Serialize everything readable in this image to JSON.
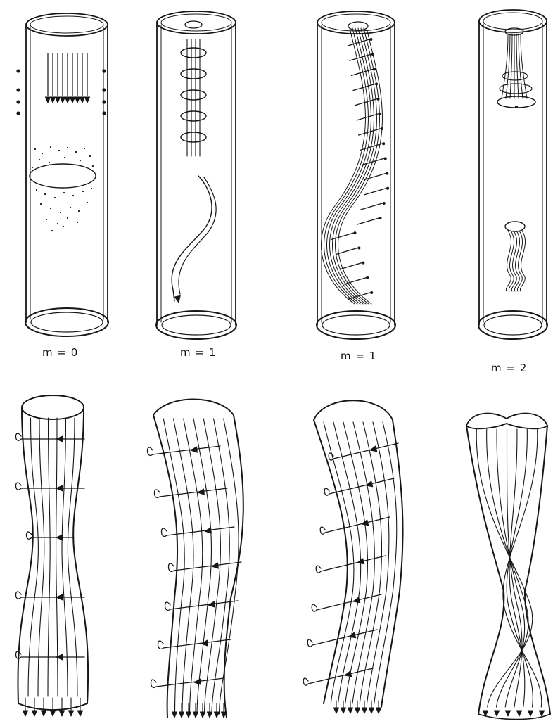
{
  "captions": {
    "panel_1": "m = 0",
    "panel_2": "m = 1",
    "panel_3": "m = 1",
    "panel_4": "m = 2"
  },
  "colors": {
    "ink": "#161616",
    "paper": "#ffffff"
  }
}
